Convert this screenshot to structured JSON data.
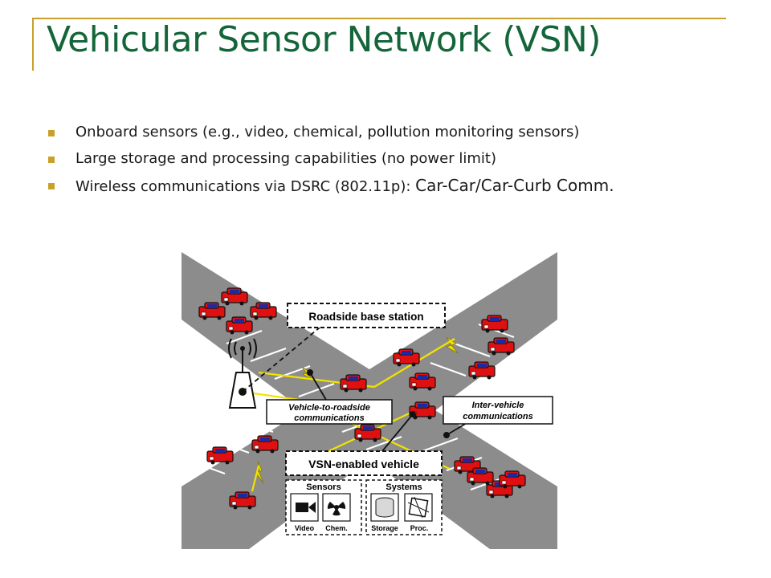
{
  "slide": {
    "title": "Vehicular Sensor Network (VSN)",
    "bullets": [
      {
        "text": "Onboard sensors (e.g., video, chemical, pollution monitoring sensors)"
      },
      {
        "text": "Large storage and processing capabilities (no power limit)"
      },
      {
        "text": "Wireless communications via DSRC (802.11p): ",
        "tail": "Car-Car/Car-Curb Comm."
      }
    ]
  },
  "diagram": {
    "labels": {
      "roadside_base_station": "Roadside base station",
      "v2r_line1": "Vehicle-to-roadside",
      "v2r_line2": "communications",
      "inter_line1": "Inter-vehicle",
      "inter_line2": "communications",
      "vsn_vehicle": "VSN-enabled vehicle",
      "sensors": "Sensors",
      "systems": "Systems",
      "video": "Video",
      "chem": "Chem.",
      "storage": "Storage",
      "proc": "Proc."
    },
    "icons": [
      "antenna-icon",
      "video-camera-icon",
      "radiation-icon",
      "storage-disk-icon",
      "processor-chip-icon",
      "car-icon",
      "lightning-icon"
    ],
    "colors": {
      "road": "#8c8c8c",
      "car": "#e01010",
      "car_window": "#1a2aa0",
      "lightning": "#f2e200",
      "title": "#14663a",
      "bullet": "#c9a02a"
    }
  }
}
